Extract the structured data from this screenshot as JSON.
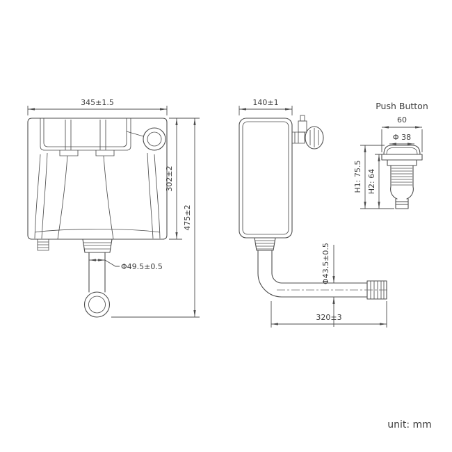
{
  "drawing": {
    "line_color": "#4d4d4d",
    "front_view": {
      "width_dim": "345±1.5",
      "body_height_dim": "302±2",
      "total_height_dim": "475±2",
      "outlet_diameter_dim": "Φ49.5±0.5"
    },
    "side_view": {
      "depth_dim": "140±1",
      "pipe_diameter_dim": "Φ43.5±0.5",
      "pipe_length_dim": "320±3"
    },
    "push_button": {
      "title": "Push Button",
      "width_dim": "60",
      "button_diameter_dim": "Φ 38",
      "height1_dim": "H1: 75.5",
      "height2_dim": "H2: 64"
    },
    "unit_label": "unit: mm"
  }
}
